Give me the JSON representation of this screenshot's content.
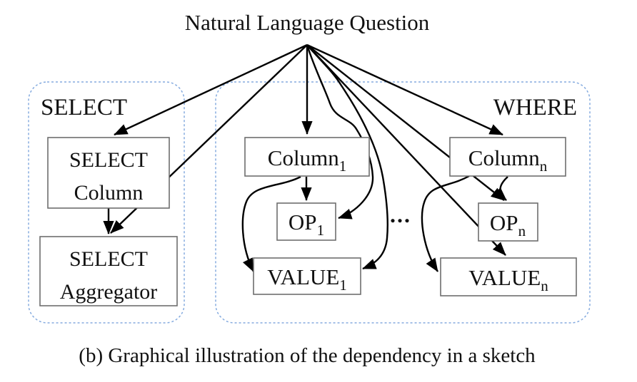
{
  "title": "Natural Language Question",
  "caption": "(b) Graphical illustration of the dependency in a sketch",
  "ellipsis": "...",
  "select_group": {
    "label": "SELECT",
    "select_column": {
      "line1": "SELECT",
      "line2": "Column"
    },
    "select_aggregator": {
      "line1": "SELECT",
      "line2": "Aggregator"
    }
  },
  "where_group": {
    "label": "WHERE",
    "column_1": {
      "text": "Column",
      "sub": "1"
    },
    "op_1": {
      "text": "OP",
      "sub": "1"
    },
    "value_1": {
      "text": "VALUE",
      "sub": "1"
    },
    "column_n": {
      "text": "Column",
      "sub": "n"
    },
    "op_n": {
      "text": "OP",
      "sub": "n"
    },
    "value_n": {
      "text": "VALUE",
      "sub": "n"
    }
  },
  "edges": [
    {
      "from": "Natural Language Question",
      "to": "SELECT Column"
    },
    {
      "from": "Natural Language Question",
      "to": "SELECT Aggregator"
    },
    {
      "from": "Natural Language Question",
      "to": "Column_1"
    },
    {
      "from": "Natural Language Question",
      "to": "OP_1"
    },
    {
      "from": "Natural Language Question",
      "to": "VALUE_1"
    },
    {
      "from": "Natural Language Question",
      "to": "Column_n"
    },
    {
      "from": "Natural Language Question",
      "to": "OP_n"
    },
    {
      "from": "Natural Language Question",
      "to": "VALUE_n"
    },
    {
      "from": "SELECT Column",
      "to": "SELECT Aggregator"
    },
    {
      "from": "Column_1",
      "to": "OP_1"
    },
    {
      "from": "Column_1",
      "to": "VALUE_1"
    },
    {
      "from": "Column_n",
      "to": "OP_n"
    },
    {
      "from": "Column_n",
      "to": "VALUE_n"
    }
  ],
  "colors": {
    "label_blue": "#3a78c6",
    "group_border_blue": "#85abdf",
    "node_border_gray": "#6e6e6e",
    "arrow_black": "#000000"
  }
}
